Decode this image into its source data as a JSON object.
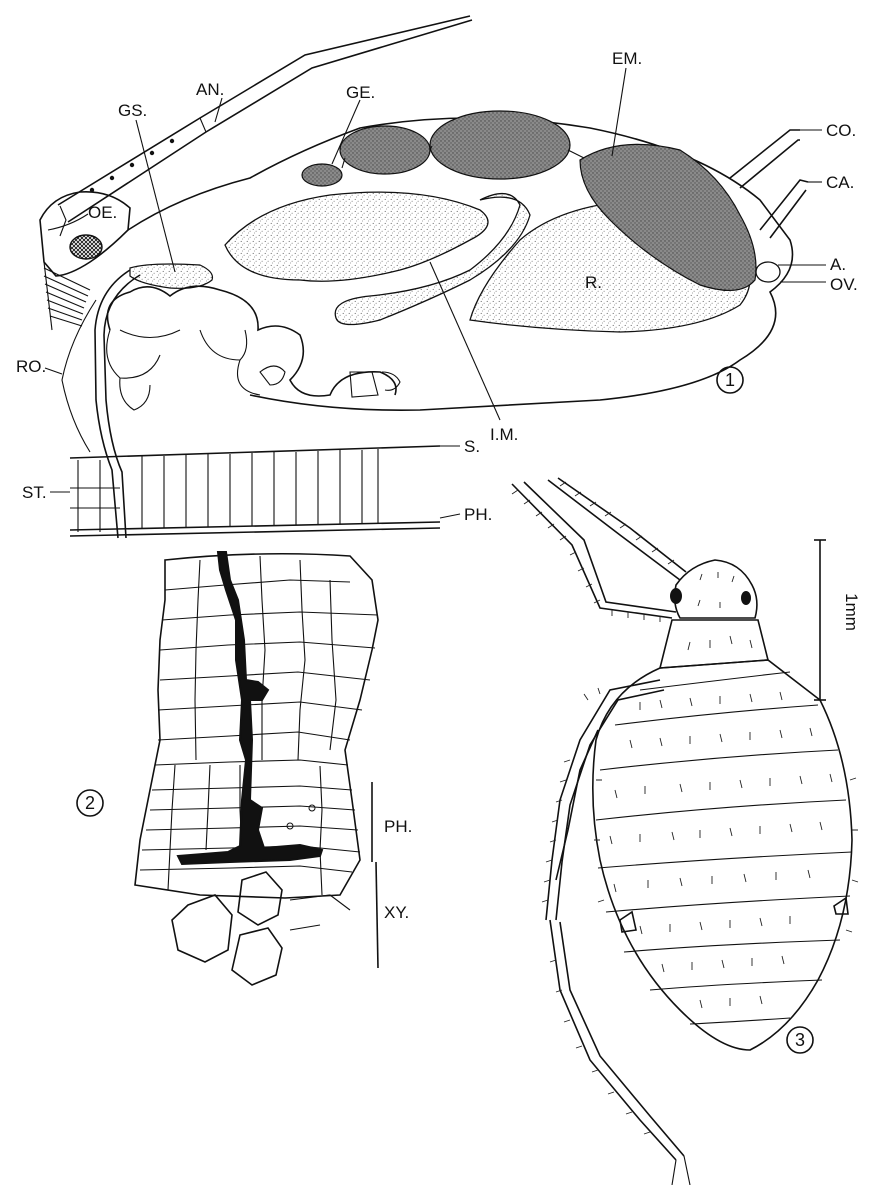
{
  "figure1": {
    "number": "1",
    "labels": {
      "an": "AN.",
      "gs": "GS.",
      "ge": "GE.",
      "em": "EM.",
      "co": "CO.",
      "ca": "CA.",
      "oe": "OE.",
      "a": "A.",
      "ov": "OV.",
      "r": "R.",
      "ro": "RO.",
      "im": "I.M.",
      "s": "S.",
      "st": "ST.",
      "ph": "PH."
    }
  },
  "figure2": {
    "number": "2",
    "labels": {
      "ph": "PH.",
      "xy": "XY."
    }
  },
  "figure3": {
    "number": "3",
    "scale_bar": "1mm"
  }
}
